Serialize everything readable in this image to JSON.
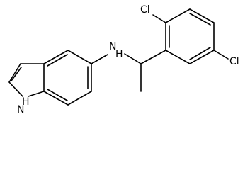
{
  "molecule": {
    "atoms": {
      "cl_top": "Cl",
      "cl_right": "Cl",
      "nh_amine": "N",
      "amine_h": "H",
      "indole_h": "H",
      "indole_n": "N"
    }
  }
}
